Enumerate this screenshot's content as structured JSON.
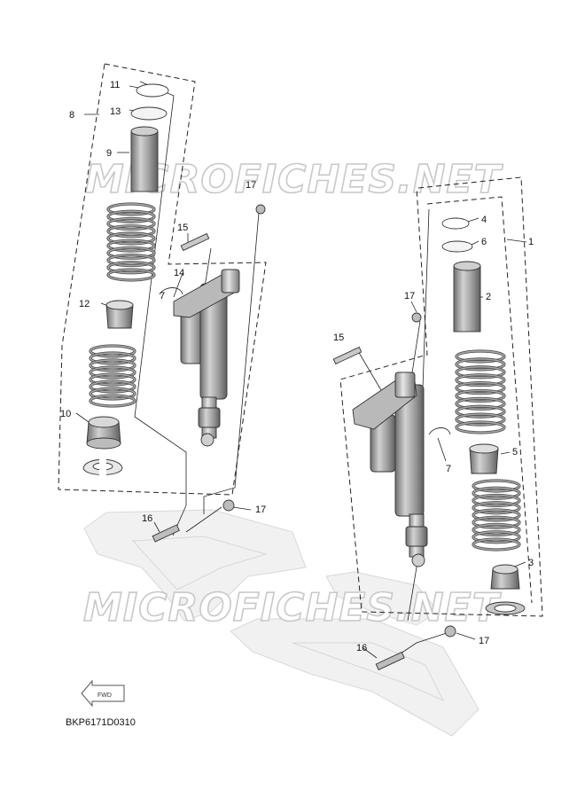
{
  "watermark": {
    "top": "MICROFICHES.NET",
    "bottom": "MICROFICHES.NET"
  },
  "diagram_code": "BKP6171D0310",
  "forward_arrow_label": "FWD",
  "callouts": {
    "n1": "1",
    "n2": "2",
    "n3": "3",
    "n4": "4",
    "n5": "5",
    "n6": "6",
    "n7a": "7",
    "n7b": "7",
    "n8": "8",
    "n9": "9",
    "n10": "10",
    "n11": "11",
    "n12": "12",
    "n13": "13",
    "n14": "14",
    "n15a": "15",
    "n15b": "15",
    "n16a": "16",
    "n16b": "16",
    "n17a": "17",
    "n17b": "17",
    "n17c": "17",
    "n17d": "17"
  },
  "colors": {
    "shock_body": "#9c9c9c",
    "spring": "#a9a9a9",
    "ghost_swingarm": "#f1f1f1"
  }
}
